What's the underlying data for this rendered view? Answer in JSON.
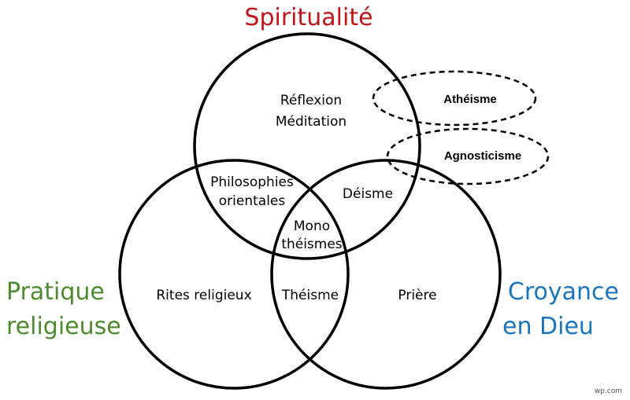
{
  "sets": {
    "spiritualite": {
      "title": "Spiritualité",
      "color": "#c0141b"
    },
    "pratique": {
      "title_line1": "Pratique",
      "title_line2": "religieuse",
      "color": "#4e8a2e"
    },
    "croyance": {
      "title_line1": "Croyance",
      "title_line2": "en Dieu",
      "color": "#1a75bc"
    }
  },
  "regions": {
    "spiritualite_only": {
      "line1": "Réflexion",
      "line2": "Méditation"
    },
    "spiritualite_pratique": {
      "line1": "Philosophies",
      "line2": "orientales"
    },
    "spiritualite_croyance": {
      "label": "Déisme"
    },
    "all_three": {
      "line1": "Mono",
      "line2": "théismes"
    },
    "pratique_only": {
      "label": "Rites religieux"
    },
    "pratique_croyance": {
      "label": "Théisme"
    },
    "croyance_only": {
      "label": "Prière"
    }
  },
  "outside": {
    "atheisme": "Athéisme",
    "agnosticisme": "Agnosticisme"
  },
  "credit": "wp.com"
}
